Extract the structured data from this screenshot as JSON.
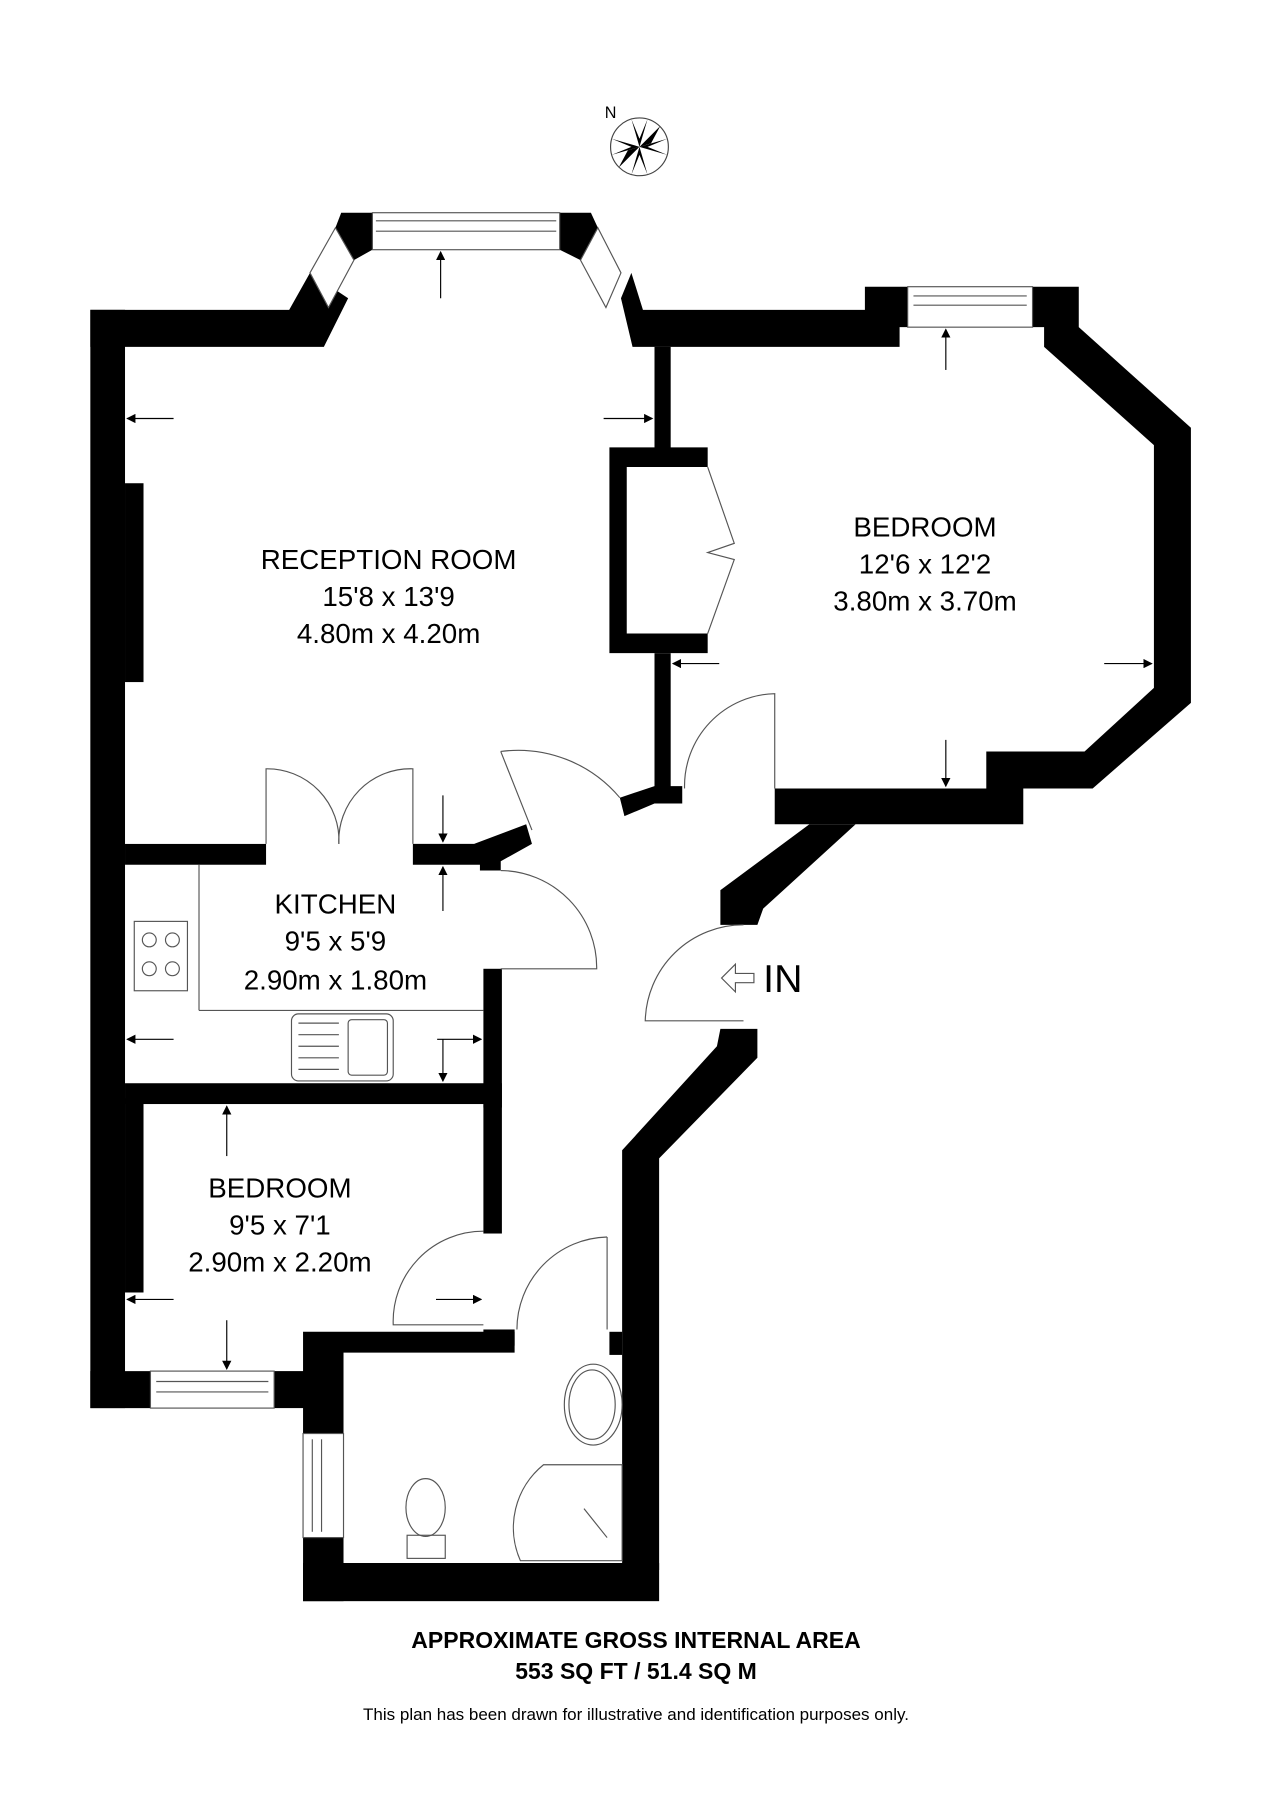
{
  "compass": {
    "label": "N",
    "icon": "compass-rose-icon"
  },
  "rooms": [
    {
      "name": "RECEPTION ROOM",
      "imperial": "15'8 x 13'9",
      "metric": "4.80m x 4.20m"
    },
    {
      "name": "BEDROOM",
      "imperial": "12'6 x 12'2",
      "metric": "3.80m x 3.70m"
    },
    {
      "name": "KITCHEN",
      "imperial": "9'5 x 5'9",
      "metric": "2.90m x 1.80m"
    },
    {
      "name": "BEDROOM",
      "imperial": "9'5 x 7'1",
      "metric": "2.90m x 2.20m"
    }
  ],
  "entrance": {
    "label": "IN",
    "icon": "entrance-arrow-icon"
  },
  "footer": {
    "title": "APPROXIMATE GROSS INTERNAL AREA",
    "area": "553 SQ FT / 51.4 SQ M",
    "disclaimer": "This plan has been drawn for illustrative and identification purposes only."
  }
}
